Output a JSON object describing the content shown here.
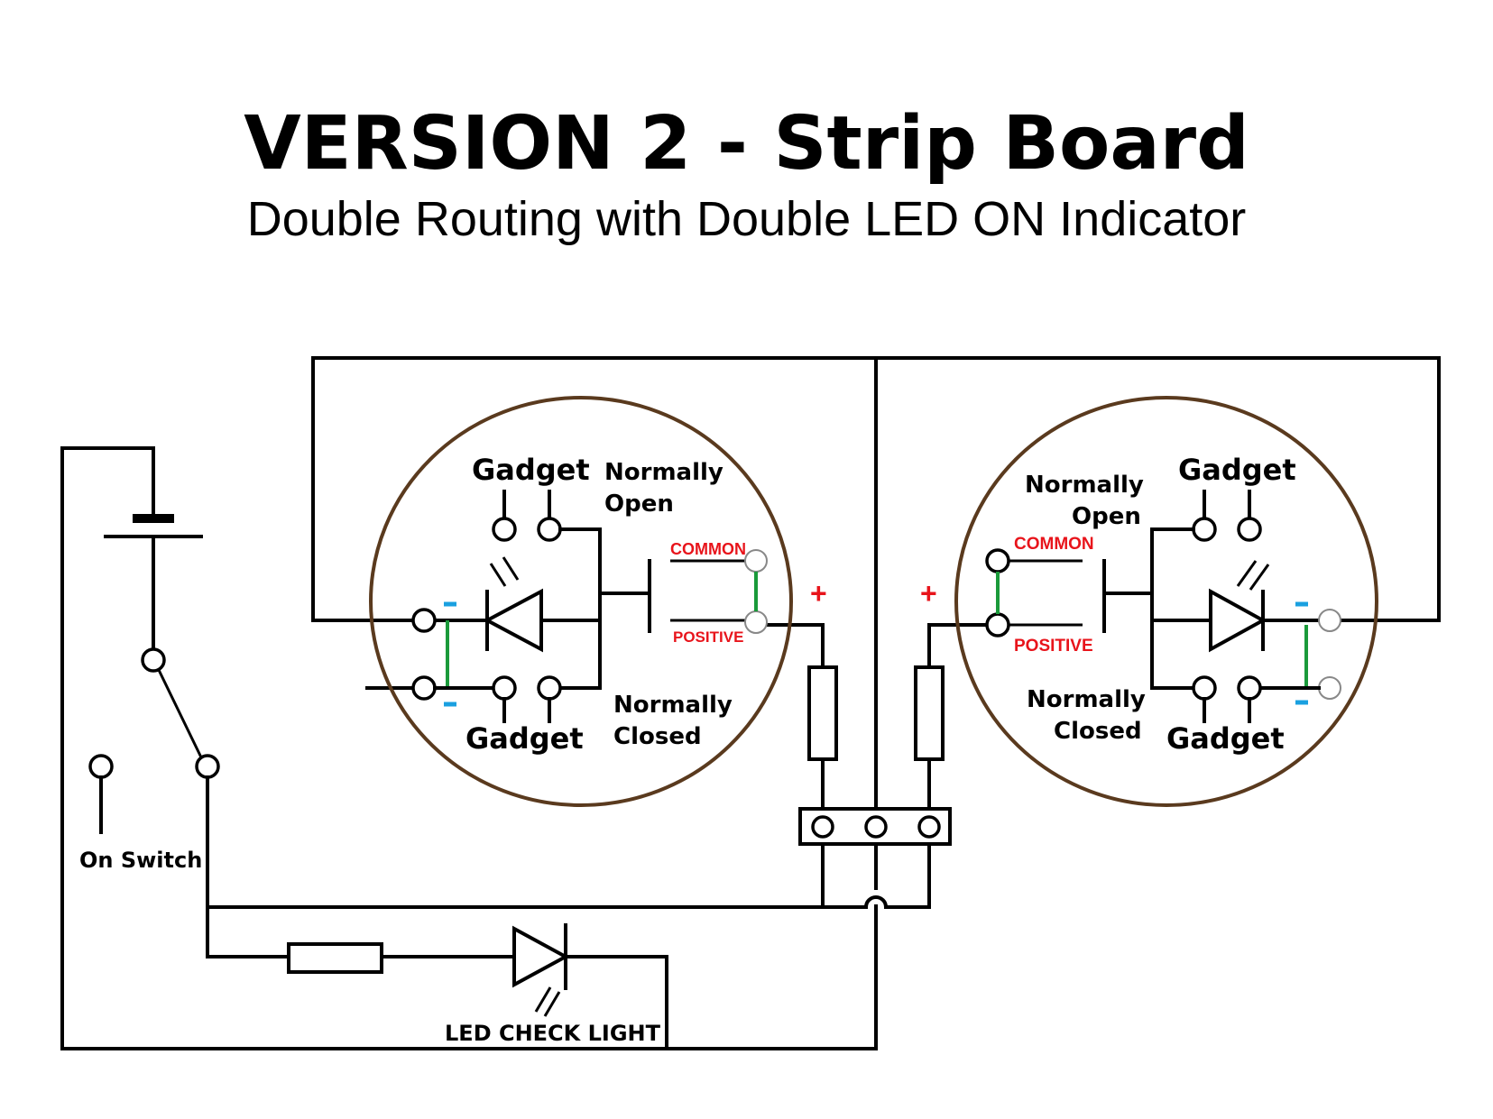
{
  "title": "VERSION 2 - Strip Board",
  "subtitle": "Double Routing with Double LED ON Indicator",
  "labels": {
    "gadget": "Gadget",
    "normally_open_1": "Normally",
    "normally_open_2": "Open",
    "normally_closed_1": "Normally",
    "normally_closed_2": "Closed",
    "common": "COMMON",
    "positive": "POSITIVE",
    "plus": "+",
    "on_switch": "On Switch",
    "led_check_light": "LED CHECK LIGHT"
  },
  "colors": {
    "circle": "#5a3a1e",
    "red": "#e8141b",
    "green": "#1a9a3a",
    "blue": "#1aa0e0"
  }
}
